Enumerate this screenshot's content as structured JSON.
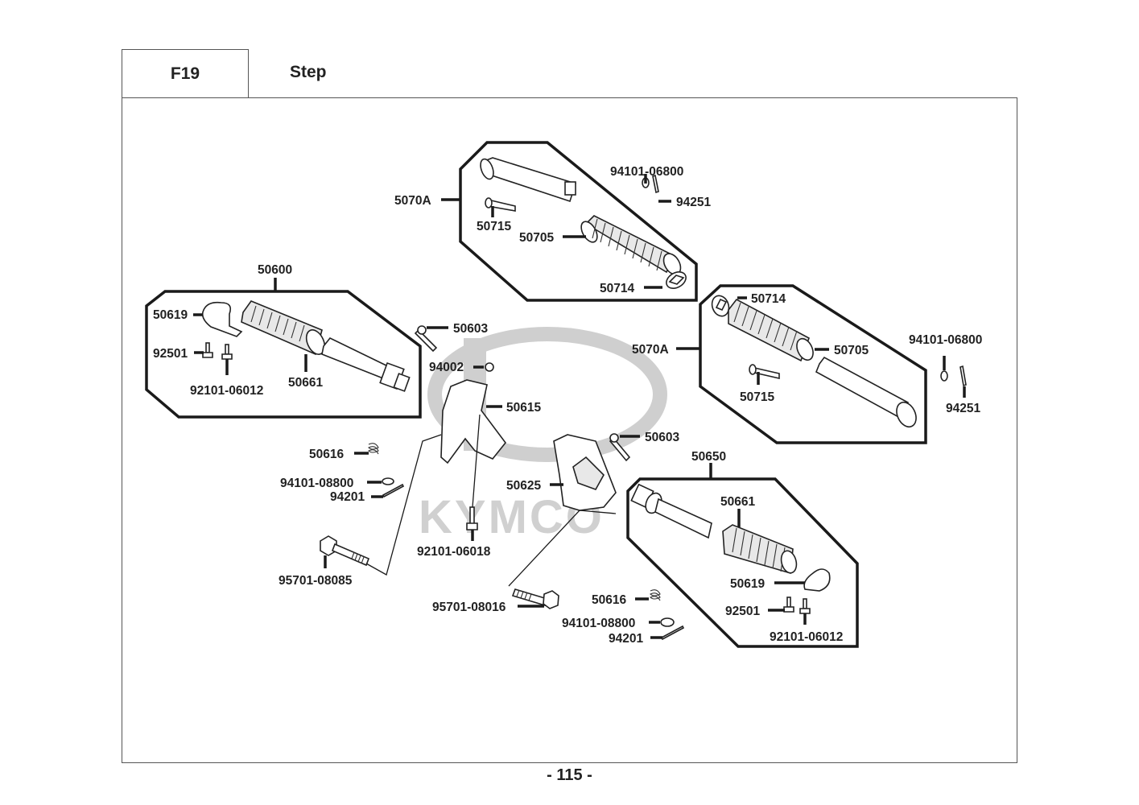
{
  "header": {
    "section_code": "F19",
    "section_title": "Step"
  },
  "watermark": {
    "brand": "KYMCO",
    "color": "#d0d0d0"
  },
  "groups": {
    "top_right_footrest_5070A": {
      "assembly_label": "5070A",
      "parts": [
        "50715",
        "50705",
        "50714"
      ],
      "external_parts": [
        "94101-06800",
        "94251"
      ]
    },
    "right_side_footrest_5070A": {
      "assembly_label": "5070A",
      "parts": [
        "50714",
        "50705",
        "50715"
      ],
      "external_parts": [
        "94101-06800",
        "94251"
      ]
    },
    "left_step_50600": {
      "assembly_label": "50600",
      "parts": [
        "50619",
        "92501",
        "92101-06012",
        "50661"
      ]
    },
    "right_step_50650": {
      "assembly_label": "50650",
      "parts": [
        "50661",
        "50619",
        "92501",
        "92101-06012"
      ]
    }
  },
  "labels": {
    "l_5070A_top": "5070A",
    "l_50715_top": "50715",
    "l_50705_top": "50705",
    "l_50714_top": "50714",
    "l_94101_06800_top": "94101-06800",
    "l_94251_top": "94251",
    "l_50600": "50600",
    "l_50619_left": "50619",
    "l_92501_left": "92501",
    "l_92101_06012_left": "92101-06012",
    "l_50661_left": "50661",
    "l_50603_left": "50603",
    "l_94002": "94002",
    "l_50615": "50615",
    "l_50616_left": "50616",
    "l_94101_08800_left": "94101-08800",
    "l_94201_left": "94201",
    "l_95701_08085": "95701-08085",
    "l_92101_06018": "92101-06018",
    "l_5070A_right": "5070A",
    "l_50714_right": "50714",
    "l_50705_right": "50705",
    "l_50715_right": "50715",
    "l_94101_06800_right": "94101-06800",
    "l_94251_right": "94251",
    "l_50603_right": "50603",
    "l_50625": "50625",
    "l_50650": "50650",
    "l_50661_right": "50661",
    "l_50619_right": "50619",
    "l_92501_right": "92501",
    "l_92101_06012_right": "92101-06012",
    "l_95701_08016": "95701-08016",
    "l_50616_right": "50616",
    "l_94101_08800_right": "94101-08800",
    "l_94201_right": "94201"
  },
  "footer": {
    "page_number": "- 115 -"
  }
}
